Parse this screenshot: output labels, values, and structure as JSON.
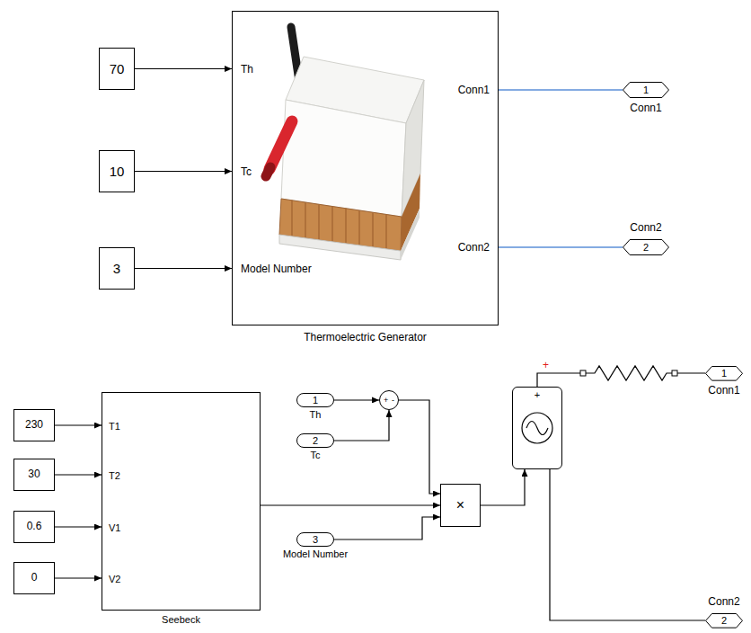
{
  "diagram": {
    "nodes": [
      {
        "text": [
          "70"
        ]
      },
      {
        "text": [
          "10"
        ]
      },
      {
        "text": [
          "3"
        ]
      },
      {
        "text": [
          "Th",
          "Tc",
          "Model Number",
          "Conn1",
          "Conn2",
          "Thermoelectric Generator"
        ]
      },
      {
        "text": [
          "1",
          "Conn1"
        ]
      },
      {
        "text": [
          "2",
          "Conn2"
        ]
      },
      {
        "text": [
          "230"
        ]
      },
      {
        "text": [
          "30"
        ]
      },
      {
        "text": [
          "0.6"
        ]
      },
      {
        "text": [
          "0"
        ]
      },
      {
        "text": [
          "T1",
          "T2",
          "V1",
          "V2",
          "Seebeck"
        ]
      },
      {
        "text": [
          "1",
          "Th"
        ]
      },
      {
        "text": [
          "2",
          "Tc"
        ]
      },
      {
        "text": [
          "+",
          "-"
        ]
      },
      {
        "text": [
          "3",
          "Model Number"
        ]
      },
      {
        "text": [
          "×"
        ]
      },
      {
        "text": [
          "+"
        ]
      },
      {
        "text": [
          "1",
          "Conn1"
        ]
      },
      {
        "text": [
          "2",
          "Conn2"
        ]
      }
    ],
    "edges": [
      {
        "from": 0,
        "to": 3,
        "arrow": "to"
      },
      {
        "from": 1,
        "to": 3,
        "arrow": "to"
      },
      {
        "from": 2,
        "to": 3,
        "arrow": "to"
      },
      {
        "from": 3,
        "to": 4,
        "arrow": "none"
      },
      {
        "from": 3,
        "to": 5,
        "arrow": "none"
      },
      {
        "from": 6,
        "to": 10,
        "arrow": "to"
      },
      {
        "from": 7,
        "to": 10,
        "arrow": "to"
      },
      {
        "from": 8,
        "to": 10,
        "arrow": "to"
      },
      {
        "from": 9,
        "to": 10,
        "arrow": "to"
      },
      {
        "from": 11,
        "to": 13,
        "arrow": "to"
      },
      {
        "from": 12,
        "to": 13,
        "arrow": "to"
      },
      {
        "from": 13,
        "to": 15,
        "arrow": "to"
      },
      {
        "from": 10,
        "to": 15,
        "arrow": "to"
      },
      {
        "from": 14,
        "to": 15,
        "arrow": "to"
      },
      {
        "from": 15,
        "to": 16,
        "arrow": "to"
      },
      {
        "from": 16,
        "to": 17,
        "arrow": "none"
      },
      {
        "from": 16,
        "to": 18,
        "arrow": "none"
      }
    ],
    "labels": [
      "+"
    ]
  }
}
